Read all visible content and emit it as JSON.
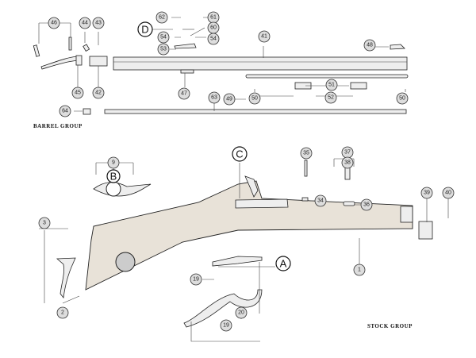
{
  "barrel_group": {
    "title": "BARREL GROUP",
    "callouts": [
      "46",
      "44",
      "43",
      "45",
      "42",
      "62",
      "61",
      "D",
      "60",
      "54",
      "54",
      "53",
      "41",
      "48",
      "49",
      "47",
      "50",
      "51",
      "52",
      "50",
      "64",
      "63"
    ]
  },
  "stock_group": {
    "title": "STOCK GROUP",
    "callouts": [
      "9",
      "B",
      "C",
      "35",
      "37",
      "38",
      "34",
      "36",
      "39",
      "40",
      "3",
      "2",
      "1",
      "A",
      "19",
      "20",
      "19"
    ]
  }
}
